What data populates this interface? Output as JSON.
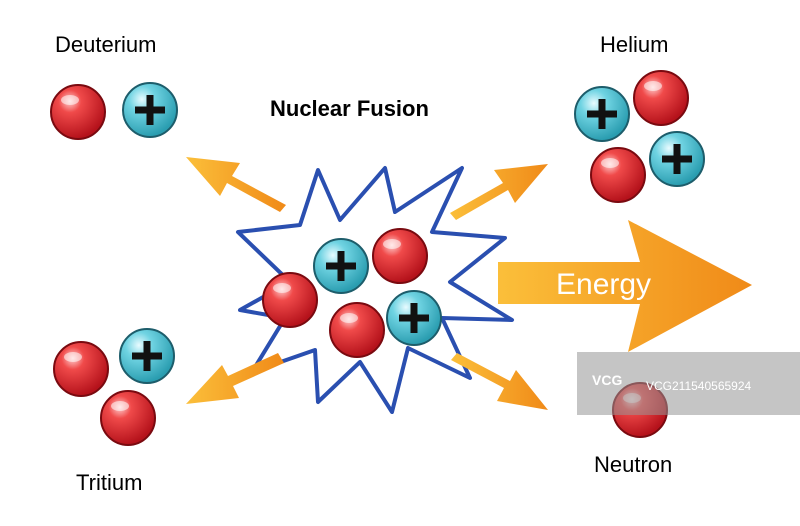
{
  "title": "Nuclear Fusion",
  "labels": {
    "deuterium": "Deuterium",
    "helium": "Helium",
    "tritium": "Tritium",
    "neutron": "Neutron",
    "energy": "Energy"
  },
  "watermark": {
    "logo": "VCG",
    "id": "VCG211540565924"
  },
  "colors": {
    "neutron": "#e0303a",
    "proton": "#4fc3d3",
    "arrow": "#f5a020",
    "burst_stroke": "#2a4fb0"
  }
}
